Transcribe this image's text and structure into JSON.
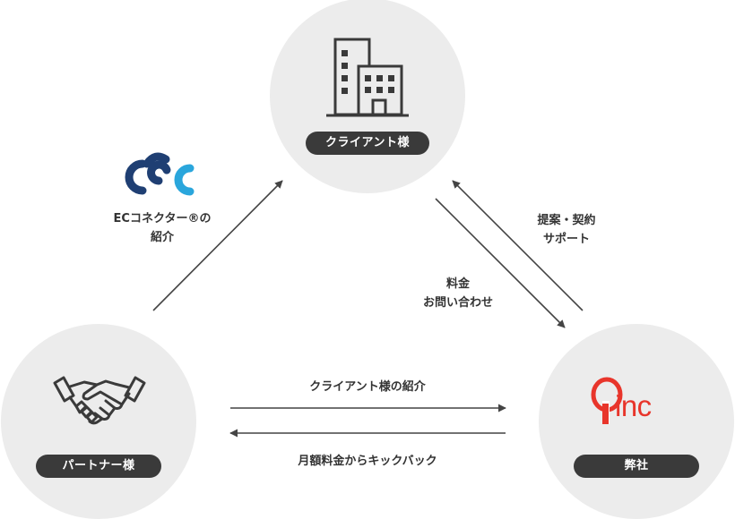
{
  "nodes": {
    "client": {
      "label": "クライアント様"
    },
    "partner": {
      "label": "パートナー様"
    },
    "company": {
      "label": "弊社",
      "logo_text": "inc",
      "logo_color": "#e8352b"
    }
  },
  "labels": {
    "ec_connector_intro": {
      "line1": "ECコネクター®の",
      "line2": "紹介"
    },
    "proposal_support": {
      "line1": "提案・契約",
      "line2": "サポート"
    },
    "fee_inquiry": {
      "line1": "料金",
      "line2": "お問い合わせ"
    },
    "client_intro": "クライアント様の紹介",
    "kickback": "月額料金からキックバック"
  },
  "colors": {
    "circle": "#ececec",
    "pill": "#3a3a3a",
    "arrow": "#444444",
    "ec_logo_dark": "#1f3f73",
    "ec_logo_light": "#2aa6dc",
    "brand_red": "#e8352b"
  },
  "icons": {
    "client": "building-icon",
    "partner": "handshake-icon",
    "company": "q-logo-icon",
    "ec_connector": "ec-connector-logo-icon"
  }
}
